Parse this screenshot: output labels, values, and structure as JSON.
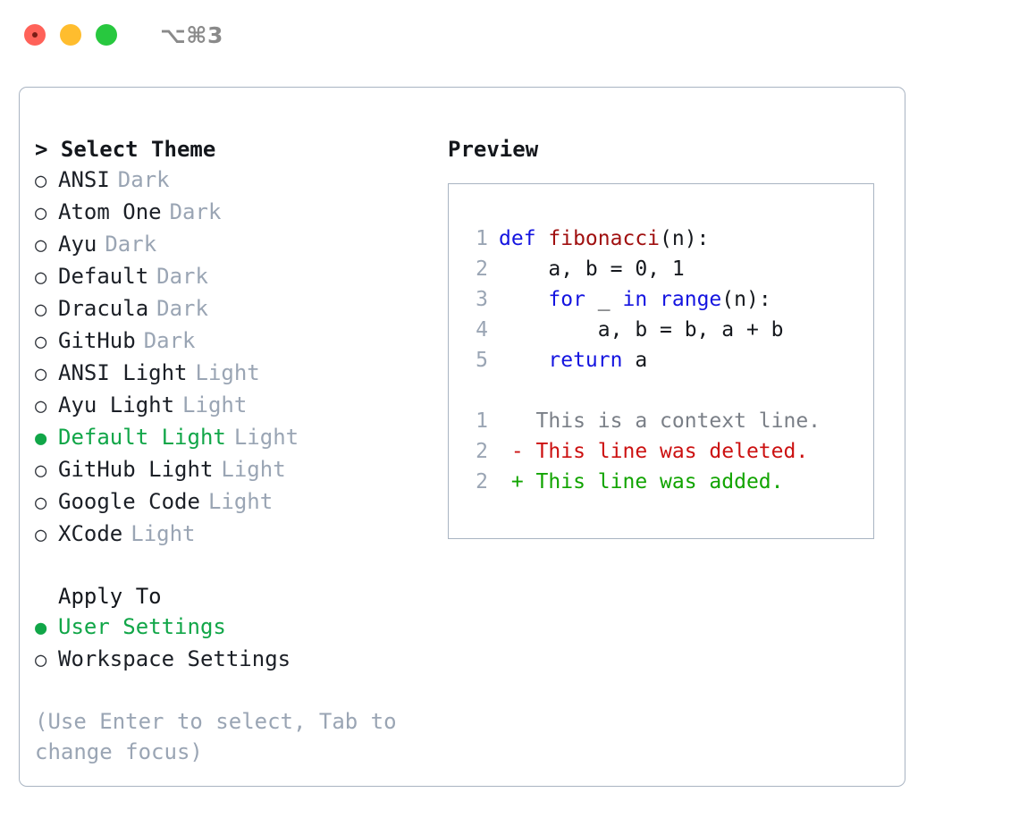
{
  "titlebar": {
    "shortcut": "⌥⌘3",
    "buttons": [
      {
        "name": "close",
        "color": "#ff6259"
      },
      {
        "name": "minimize",
        "color": "#ffbd2e"
      },
      {
        "name": "maximize",
        "color": "#28c83f"
      }
    ]
  },
  "theme_section": {
    "header": "> Select Theme",
    "options": [
      {
        "marker": "○",
        "label": "ANSI",
        "badge": "Dark",
        "selected": false
      },
      {
        "marker": "○",
        "label": "Atom One",
        "badge": "Dark",
        "selected": false
      },
      {
        "marker": "○",
        "label": "Ayu",
        "badge": "Dark",
        "selected": false
      },
      {
        "marker": "○",
        "label": "Default",
        "badge": "Dark",
        "selected": false
      },
      {
        "marker": "○",
        "label": "Dracula",
        "badge": "Dark",
        "selected": false
      },
      {
        "marker": "○",
        "label": "GitHub",
        "badge": "Dark",
        "selected": false
      },
      {
        "marker": "○",
        "label": "ANSI Light",
        "badge": "Light",
        "selected": false
      },
      {
        "marker": "○",
        "label": "Ayu Light",
        "badge": "Light",
        "selected": false
      },
      {
        "marker": "●",
        "label": "Default Light",
        "badge": "Light",
        "selected": true
      },
      {
        "marker": "○",
        "label": "GitHub Light",
        "badge": "Light",
        "selected": false
      },
      {
        "marker": "○",
        "label": "Google Code",
        "badge": "Light",
        "selected": false
      },
      {
        "marker": "○",
        "label": "XCode",
        "badge": "Light",
        "selected": false
      }
    ]
  },
  "apply_section": {
    "header": "Apply To",
    "options": [
      {
        "marker": "●",
        "label": "User Settings",
        "selected": true
      },
      {
        "marker": "○",
        "label": "Workspace Settings",
        "selected": false
      }
    ]
  },
  "hint": "(Use Enter to select, Tab to change focus)",
  "preview": {
    "title": "Preview",
    "code_lines": [
      {
        "number": "1",
        "tokens": [
          {
            "text": "def ",
            "kind": "kw"
          },
          {
            "text": "fibonacci",
            "kind": "fn"
          },
          {
            "text": "(n):",
            "kind": "plain"
          }
        ]
      },
      {
        "number": "2",
        "tokens": [
          {
            "text": "    a, b = 0, 1",
            "kind": "plain"
          }
        ]
      },
      {
        "number": "3",
        "tokens": [
          {
            "text": "    ",
            "kind": "plain"
          },
          {
            "text": "for",
            "kind": "kw"
          },
          {
            "text": " _ ",
            "kind": "plain"
          },
          {
            "text": "in",
            "kind": "kw"
          },
          {
            "text": " ",
            "kind": "plain"
          },
          {
            "text": "range",
            "kind": "kw"
          },
          {
            "text": "(n):",
            "kind": "plain"
          }
        ]
      },
      {
        "number": "4",
        "tokens": [
          {
            "text": "        a, b = b, a + b",
            "kind": "plain"
          }
        ]
      },
      {
        "number": "5",
        "tokens": [
          {
            "text": "    ",
            "kind": "plain"
          },
          {
            "text": "return",
            "kind": "kw"
          },
          {
            "text": " a",
            "kind": "plain"
          }
        ]
      }
    ],
    "diff_lines": [
      {
        "number": "1",
        "tokens": [
          {
            "text": "   This is a context line.",
            "kind": "ctx"
          }
        ]
      },
      {
        "number": "2",
        "tokens": [
          {
            "text": " - This line was deleted.",
            "kind": "del"
          }
        ]
      },
      {
        "number": "2",
        "tokens": [
          {
            "text": " + This line was added.",
            "kind": "add"
          }
        ]
      }
    ]
  },
  "colors": {
    "accent_green": "#11a648",
    "muted": "#9aa5b4",
    "border": "#a9b4c2",
    "keyword_blue": "#1414e0",
    "function_red": "#a01010",
    "diff_add": "#11a400",
    "diff_del": "#cc1111"
  }
}
